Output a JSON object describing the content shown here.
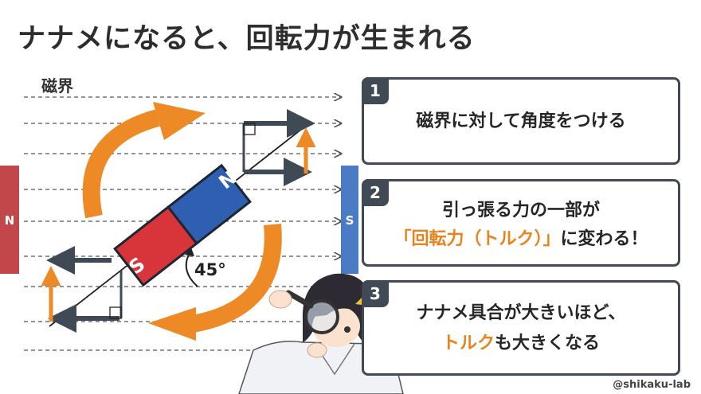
{
  "title": "ナナメになると、回転力が生まれる",
  "field_label": "磁界",
  "poles": {
    "left_n": "N",
    "right_s": "S",
    "magnet_n": "N",
    "magnet_s": "S"
  },
  "angle_label": "45°",
  "steps": [
    {
      "number": "1",
      "line1": "磁界に対して角度をつける"
    },
    {
      "number": "2",
      "line1": "引っ張る力の一部が",
      "line2_highlight": "「回転力（トルク）」",
      "line2_rest": "に変わる！"
    },
    {
      "number": "3",
      "line1": "ナナメ具合が大きいほど、",
      "line2_highlight": "トルク",
      "line2_rest": "も大きくなる"
    }
  ],
  "credit": "@shikaku-lab",
  "colors": {
    "n_red": "#d8353a",
    "s_blue": "#2f5fb0",
    "accent_orange": "#ee8a25",
    "box_border": "#3f4a55",
    "left_pole": "#c2474b",
    "right_pole": "#4a7bc4"
  }
}
